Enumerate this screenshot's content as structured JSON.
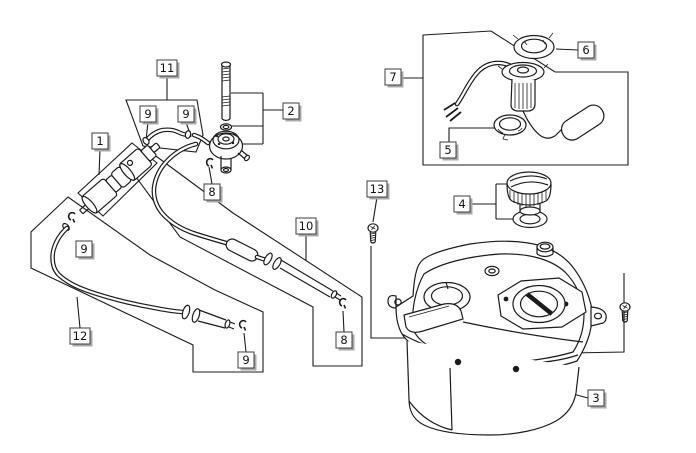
{
  "diagram": {
    "type": "exploded-parts-diagram",
    "subject": "fuel-tank-assembly",
    "background": "#ffffff",
    "line_color": "#1c1c1c",
    "callout_box_style": {
      "fill": "#ffffff",
      "border": "#3c3c3c",
      "shadow": "#a9a9a9",
      "text_color": "#111111"
    },
    "callouts": [
      {
        "label": "1",
        "name": "fuel-filter-assembly"
      },
      {
        "label": "2",
        "name": "mounting-bolt-and-washer"
      },
      {
        "label": "3",
        "name": "fuel-tank"
      },
      {
        "label": "4",
        "name": "filler-cap-and-gasket"
      },
      {
        "label": "5",
        "name": "sender-gasket"
      },
      {
        "label": "6",
        "name": "sender-lock-ring"
      },
      {
        "label": "7",
        "name": "fuel-level-sender-unit"
      },
      {
        "label": "8",
        "name": "clip-petcock-outlet"
      },
      {
        "label": "8",
        "name": "clip-fuel-hose-end"
      },
      {
        "label": "9",
        "name": "hose-clamp-left"
      },
      {
        "label": "9",
        "name": "hose-clamp-right"
      },
      {
        "label": "9",
        "name": "clip-vent-hose"
      },
      {
        "label": "9",
        "name": "clip-cable-end"
      },
      {
        "label": "10",
        "name": "fuel-hose-group"
      },
      {
        "label": "11",
        "name": "connecting-hose-group"
      },
      {
        "label": "12",
        "name": "vent-hose-group"
      },
      {
        "label": "13",
        "name": "tank-mounting-screw"
      }
    ]
  }
}
